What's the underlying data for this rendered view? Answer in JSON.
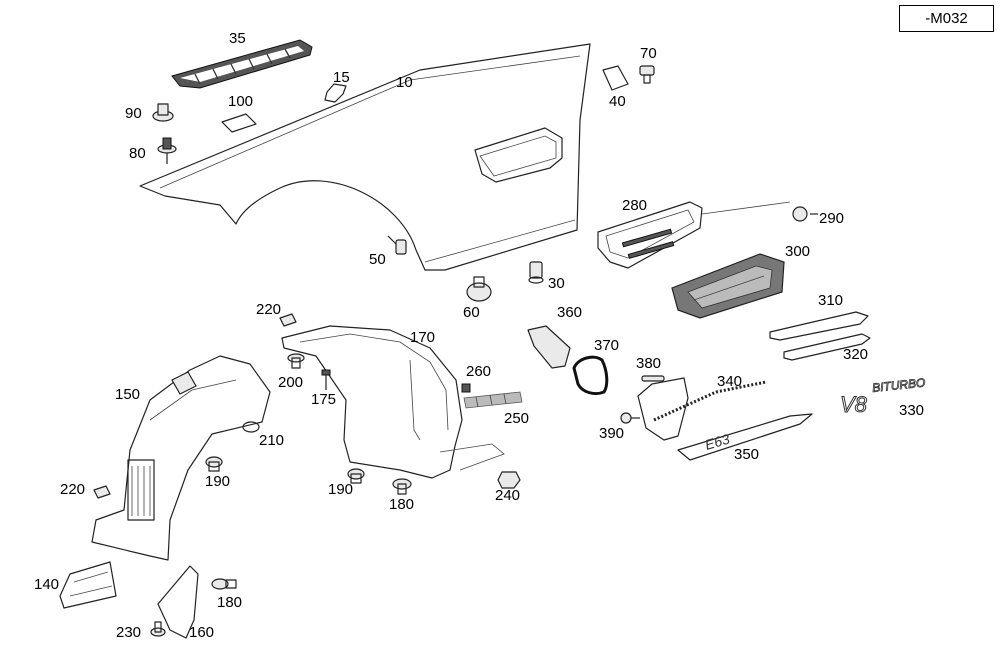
{
  "reference_code": "-M032",
  "callouts": [
    "35",
    "15",
    "10",
    "70",
    "40",
    "90",
    "100",
    "80",
    "280",
    "290",
    "300",
    "50",
    "30",
    "60",
    "310",
    "320",
    "220",
    "170",
    "360",
    "370",
    "380",
    "340",
    "150",
    "200",
    "175",
    "260",
    "250",
    "330",
    "390",
    "210",
    "350",
    "190",
    "240",
    "180",
    "220",
    "140",
    "230",
    "160"
  ]
}
